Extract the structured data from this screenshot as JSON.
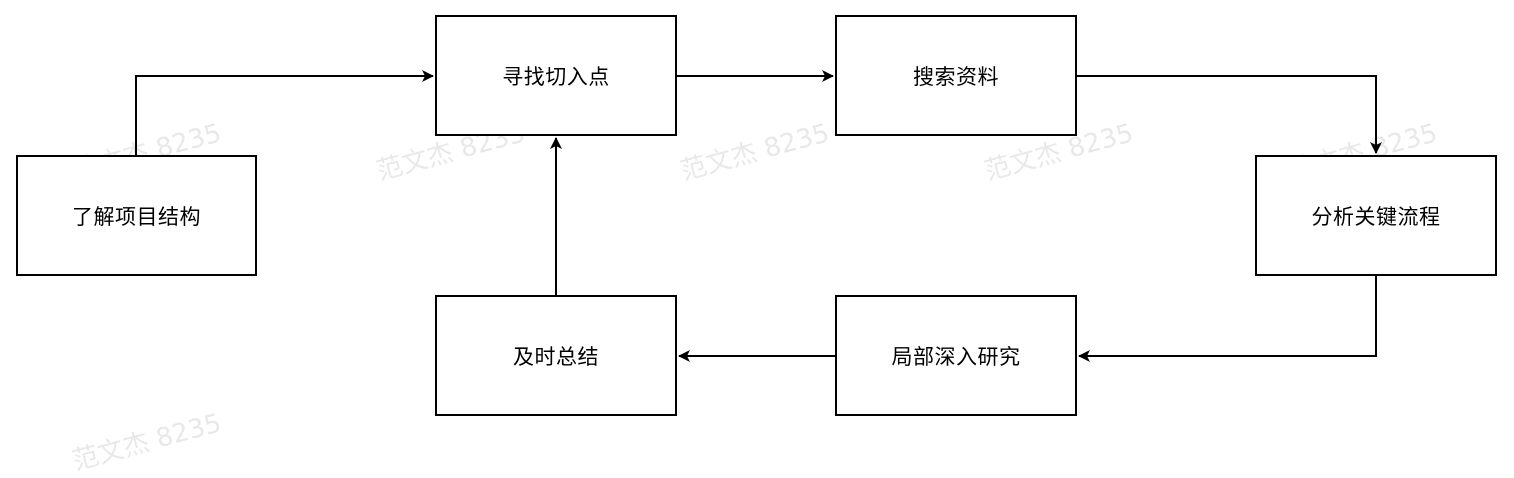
{
  "nodes": {
    "understand": "了解项目结构",
    "entry": "寻找切入点",
    "search": "搜索资料",
    "analyze": "分析关键流程",
    "deep": "局部深入研究",
    "summary": "及时总结"
  },
  "edges": [
    {
      "from": "understand",
      "to": "entry"
    },
    {
      "from": "entry",
      "to": "search"
    },
    {
      "from": "search",
      "to": "analyze"
    },
    {
      "from": "analyze",
      "to": "deep"
    },
    {
      "from": "deep",
      "to": "summary"
    },
    {
      "from": "summary",
      "to": "entry"
    }
  ],
  "watermark": "范文杰 8235",
  "colors": {
    "stroke": "#000000",
    "fill": "#ffffff"
  }
}
